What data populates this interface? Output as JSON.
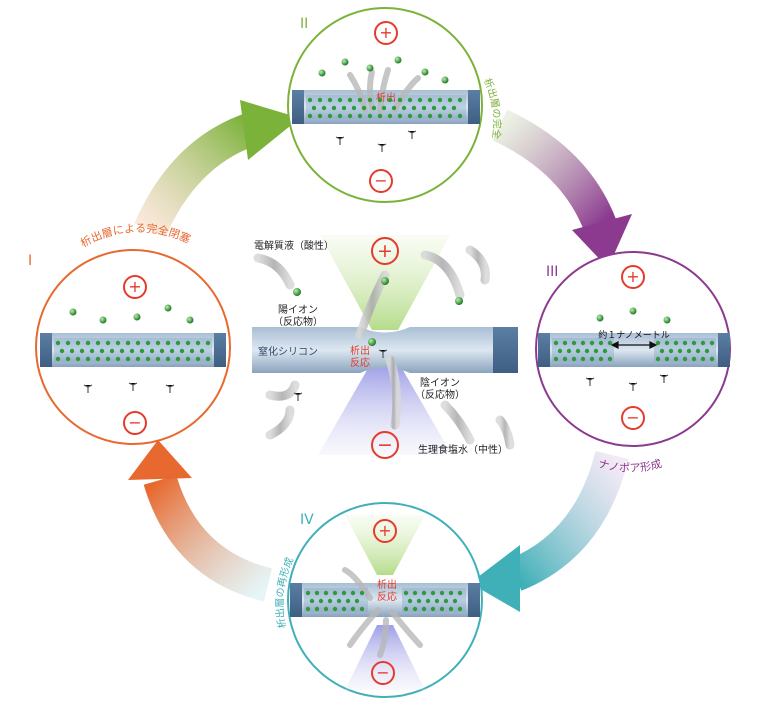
{
  "colors": {
    "stage1": "#e8692f",
    "stage2": "#7bb23a",
    "stage3": "#8b3a8f",
    "stage4": "#3fb0b8",
    "electrode": "#e53b2c",
    "reaction": "#e53b2c",
    "membrane": "#7f9fbf",
    "ion": "#2f9a3a"
  },
  "stages": {
    "s1": {
      "numeral": "I",
      "caption": "析出層による完全閉塞"
    },
    "s2": {
      "numeral": "II",
      "caption": "析出層の完全"
    },
    "s3": {
      "numeral": "III",
      "caption": "ナノポア形成"
    },
    "s4": {
      "numeral": "IV",
      "caption": "析出層の再形成"
    }
  },
  "symbols": {
    "plus": "+",
    "minus": "−"
  },
  "s2_overlay": "析出",
  "s3_measure": "約１ナノメートル",
  "s4_reaction": [
    "析出",
    "反応"
  ],
  "center": {
    "electrolyte": "電解質液（酸性）",
    "cation": [
      "陽イオン",
      "（反応物）"
    ],
    "membrane": "窒化シリコン",
    "reaction": [
      "析出",
      "反応"
    ],
    "anion": [
      "陰イオン",
      "（反応物）"
    ],
    "saline": "生理食塩水（中性）"
  }
}
